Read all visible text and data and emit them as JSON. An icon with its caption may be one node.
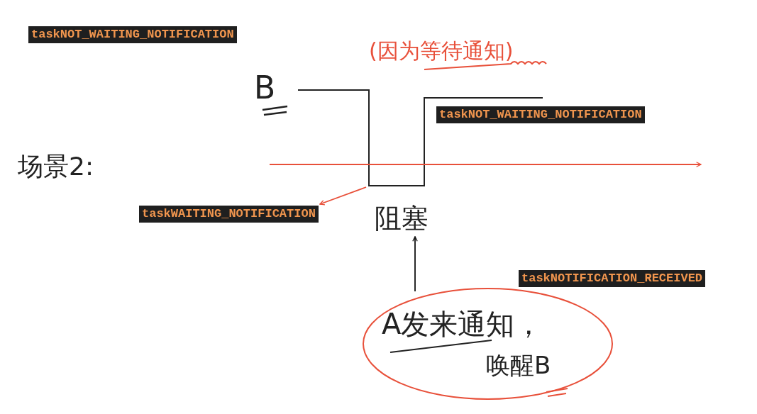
{
  "diagram": {
    "nodes": [
      {
        "text": [
          "taskNOT_WAITING_NOTIFICATION"
        ]
      },
      {
        "text": [
          "taskNOT_WAITING_NOTIFICATION"
        ]
      },
      {
        "text": [
          "taskWAITING_NOTIFICATION"
        ]
      },
      {
        "text": [
          "taskNOTIFICATION_RECEIVED"
        ]
      },
      {
        "text": [
          "A发来通知，",
          "唤醒B"
        ]
      },
      {
        "text": [
          "阻塞"
        ]
      }
    ],
    "edges": [
      {
        "from": 4,
        "to": 5,
        "arrow": "to",
        "color": "#111111"
      },
      {
        "from": null,
        "to": 2,
        "arrow": "to",
        "color": "#e8503a"
      }
    ],
    "labels": [
      "B",
      "(因为等待通知)",
      "场景2:"
    ]
  }
}
